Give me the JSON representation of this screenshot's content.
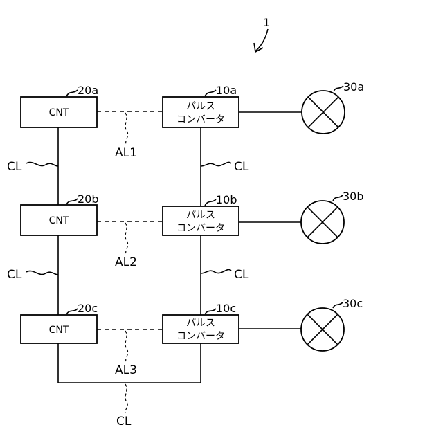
{
  "figure_ref": "1",
  "controllers": [
    {
      "ref": "20a",
      "label": "CNT"
    },
    {
      "ref": "20b",
      "label": "CNT"
    },
    {
      "ref": "20c",
      "label": "CNT"
    }
  ],
  "converters": [
    {
      "ref": "10a",
      "line1": "パルス",
      "line2": "コンバータ"
    },
    {
      "ref": "10b",
      "line1": "パルス",
      "line2": "コンバータ"
    },
    {
      "ref": "10c",
      "line1": "パルス",
      "line2": "コンバータ"
    }
  ],
  "lamps": [
    {
      "ref": "30a"
    },
    {
      "ref": "30b"
    },
    {
      "ref": "30c"
    }
  ],
  "links": [
    {
      "label": "AL1"
    },
    {
      "label": "AL2"
    },
    {
      "label": "AL3"
    }
  ],
  "communication_line_label": "CL"
}
